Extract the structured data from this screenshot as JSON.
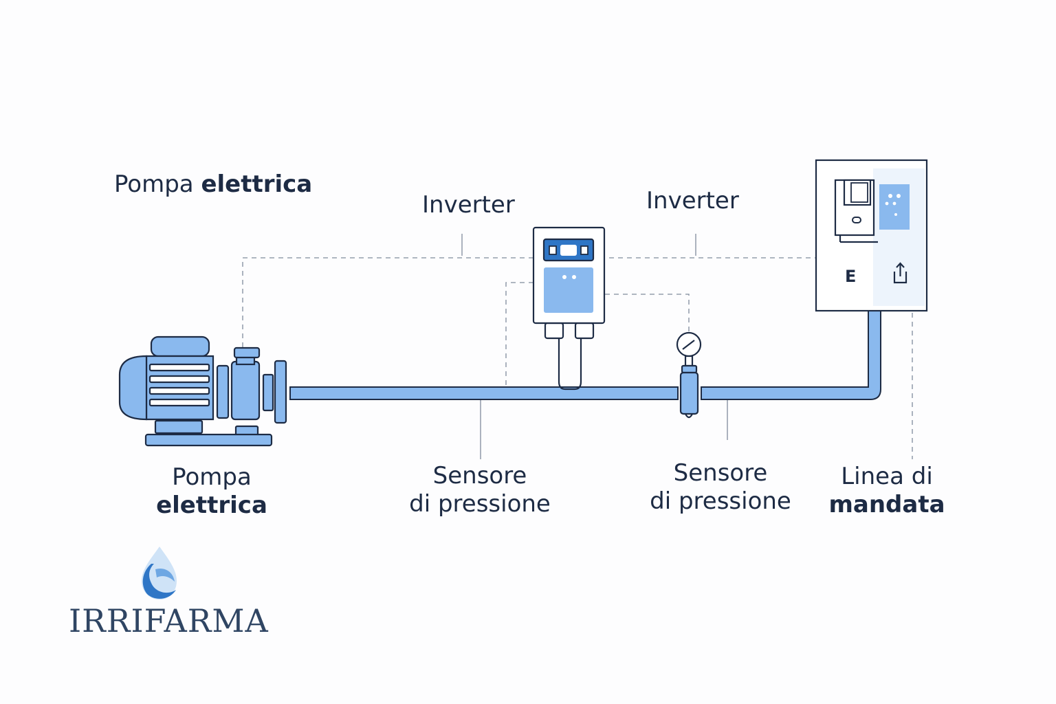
{
  "labels": {
    "top_left_a": "Pompa",
    "top_left_b": "elettrica",
    "inverter_1": "Inverter",
    "inverter_2": "Inverter",
    "pump_line1": "Pompa",
    "pump_line2": "elettrica",
    "sensor1_line1": "Sensore",
    "sensor1_line2": "di pressione",
    "sensor2_line1": "Sensore",
    "sensor2_line2": "di pressione",
    "delivery_line1": "Linea di",
    "delivery_line2": "mandata",
    "panel_letter": "E"
  },
  "logo": {
    "text": "IRRIFARMA"
  },
  "colors": {
    "pipe": "#8ab9ee",
    "outline": "#1d2b44",
    "leader": "#7f8b9c",
    "accent": "#2f76c6"
  }
}
